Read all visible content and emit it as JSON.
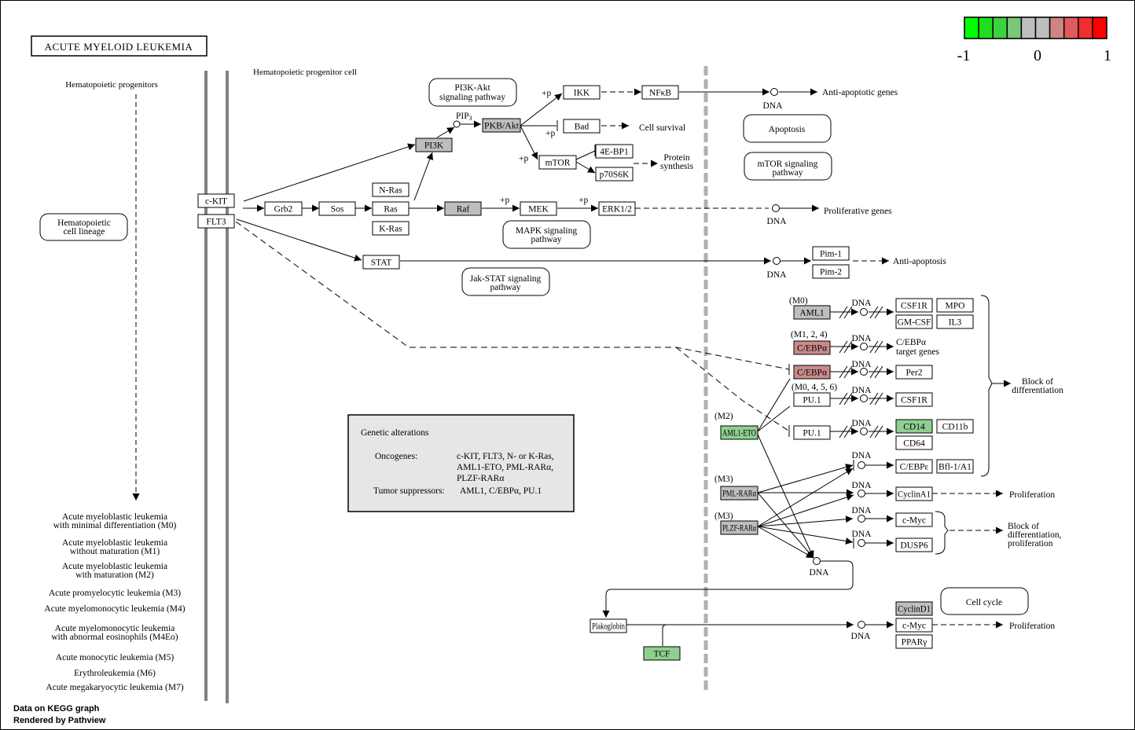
{
  "title": "ACUTE MYELOID LEUKEMIA",
  "footer": {
    "line1": "Data on KEGG graph",
    "line2": "Rendered by Pathview"
  },
  "legend": {
    "colors": [
      "#00ff00",
      "#1ee01e",
      "#3dd13d",
      "#7ac77a",
      "#bebebe",
      "#bebebe",
      "#d08585",
      "#df5a5a",
      "#ef2e2e",
      "#ff0000"
    ],
    "ticks": [
      "-1",
      "0",
      "1"
    ]
  },
  "genes": {
    "ckit": {
      "label": "c-KIT",
      "fill": "#ffffff"
    },
    "flt3": {
      "label": "FLT3",
      "fill": "#ffffff"
    },
    "grb2": {
      "label": "Grb2",
      "fill": "#ffffff"
    },
    "sos": {
      "label": "Sos",
      "fill": "#ffffff"
    },
    "ras": {
      "label": "Ras",
      "fill": "#ffffff"
    },
    "nras": {
      "label": "N-Ras",
      "fill": "#ffffff"
    },
    "kras": {
      "label": "K-Ras",
      "fill": "#ffffff"
    },
    "raf": {
      "label": "Raf",
      "fill": "#bebebe"
    },
    "mek": {
      "label": "MEK",
      "fill": "#ffffff"
    },
    "erk": {
      "label": "ERK1/2",
      "fill": "#ffffff"
    },
    "pi3k": {
      "label": "PI3K",
      "fill": "#bebebe"
    },
    "pkb": {
      "label": "PKB/Akt",
      "fill": "#bebebe"
    },
    "ikk": {
      "label": "IKK",
      "fill": "#ffffff"
    },
    "nfkb": {
      "label": "NFκB",
      "fill": "#ffffff"
    },
    "bad": {
      "label": "Bad",
      "fill": "#ffffff"
    },
    "mtor": {
      "label": "mTOR",
      "fill": "#ffffff"
    },
    "ebp1": {
      "label": "4E-BP1",
      "fill": "#ffffff"
    },
    "p70": {
      "label": "p70S6K",
      "fill": "#ffffff"
    },
    "stat": {
      "label": "STAT",
      "fill": "#ffffff"
    },
    "pim1": {
      "label": "Pim-1",
      "fill": "#ffffff"
    },
    "pim2": {
      "label": "Pim-2",
      "fill": "#ffffff"
    },
    "aml1": {
      "label": "AML1",
      "fill": "#bebebe"
    },
    "cebpa1": {
      "label": "C/EBPα",
      "fill": "#c88a8a"
    },
    "cebpa2": {
      "label": "C/EBPα",
      "fill": "#c88a8a"
    },
    "pu1a": {
      "label": "PU.1",
      "fill": "#ffffff"
    },
    "pu1b": {
      "label": "PU.1",
      "fill": "#ffffff"
    },
    "amleto": {
      "label": "AML1-ETO",
      "fill": "#8fcf8f"
    },
    "pmlrara": {
      "label": "PML-RARα",
      "fill": "#bebebe"
    },
    "plzf": {
      "label": "PLZF-RARα",
      "fill": "#bebebe"
    },
    "csf1r1": {
      "label": "CSF1R",
      "fill": "#ffffff"
    },
    "mpo": {
      "label": "MPO",
      "fill": "#ffffff"
    },
    "gmcsf": {
      "label": "GM-CSF",
      "fill": "#ffffff"
    },
    "il3": {
      "label": "IL3",
      "fill": "#ffffff"
    },
    "per2": {
      "label": "Per2",
      "fill": "#ffffff"
    },
    "csf1r2": {
      "label": "CSF1R",
      "fill": "#ffffff"
    },
    "cd14": {
      "label": "CD14",
      "fill": "#8fcf8f"
    },
    "cd11b": {
      "label": "CD11b",
      "fill": "#ffffff"
    },
    "cd64": {
      "label": "CD64",
      "fill": "#ffffff"
    },
    "cebpe": {
      "label": "C/EBPε",
      "fill": "#ffffff"
    },
    "bfl1": {
      "label": "Bfl-1/A1",
      "fill": "#ffffff"
    },
    "cyca1": {
      "label": "CyclinA1",
      "fill": "#ffffff"
    },
    "cmyc1": {
      "label": "c-Myc",
      "fill": "#ffffff"
    },
    "dusp6": {
      "label": "DUSP6",
      "fill": "#ffffff"
    },
    "plako": {
      "label": "Plakoglobin",
      "fill": "#ffffff"
    },
    "tcf": {
      "label": "TCF",
      "fill": "#8fcf8f"
    },
    "cycd1": {
      "label": "CyclinD1",
      "fill": "#bebebe"
    },
    "cmyc2": {
      "label": "c-Myc",
      "fill": "#ffffff"
    },
    "pparg": {
      "label": "PPARγ",
      "fill": "#ffffff"
    }
  },
  "pathways": {
    "pi3k_akt": [
      "PI3K-Akt",
      "signaling pathway"
    ],
    "apoptosis": [
      "Apoptosis"
    ],
    "mtor_sig": [
      "mTOR signaling",
      "pathway"
    ],
    "mapk": [
      "MAPK signaling",
      "pathway"
    ],
    "jakstat": [
      "Jak-STAT signaling",
      "pathway"
    ],
    "hema_lineage": [
      "Hematopoietic",
      "cell lineage"
    ],
    "cell_cycle": [
      "Cell cycle"
    ]
  },
  "labels": {
    "hema_progenitors": "Hematopoietic progenitors",
    "hema_progenitor_cell": "Hematopoietic progenitor cell",
    "pip3": "PIP3",
    "dna": "DNA",
    "plus_p": "+p",
    "anti_apoptotic": "Anti-apoptotic genes",
    "cell_survival": "Cell survival",
    "protein_synthesis": [
      "Protein",
      "synthesis"
    ],
    "proliferative_genes": "Proliferative genes",
    "anti_apoptosis": "Anti-apoptosis",
    "cebpa_targets": [
      "C/EBPα",
      "target genes"
    ],
    "block_diff": [
      "Block of",
      "differentiation"
    ],
    "block_diff_prolif": [
      "Block of",
      "differentiation,",
      "proliferation"
    ],
    "proliferation": "Proliferation",
    "m0": "(M0)",
    "m124": "(M1, 2, 4)",
    "m0456": "(M0, 4, 5, 6)",
    "m2": "(M2)",
    "m3": "(M3)"
  },
  "genetic_alterations": {
    "heading": "Genetic alterations",
    "oncogenes_label": "Oncogenes:",
    "oncogenes": [
      "c-KIT, FLT3, N- or K-Ras,",
      "AML1-ETO, PML-RARα,",
      "PLZF-RARα"
    ],
    "suppressors_label": "Tumor suppressors:",
    "suppressors": "AML1, C/EBPα, PU.1"
  },
  "leukemia_types": [
    [
      "Acute myeloblastic leukemia",
      "with minimal differentiation (M0)"
    ],
    [
      "Acute myeloblastic leukemia",
      "without maturation (M1)"
    ],
    [
      "Acute myeloblastic leukemia",
      "with maturation (M2)"
    ],
    [
      "Acute promyelocytic leukemia (M3)"
    ],
    [
      "Acute myelomonocytic leukemia (M4)"
    ],
    [
      "Acute myelomonocytic leukemia",
      "with abnormal eosinophils (M4Eo)"
    ],
    [
      "Acute monocytic leukemia (M5)"
    ],
    [
      "Erythroleukemia (M6)"
    ],
    [
      "Acute megakaryocytic leukemia (M7)"
    ]
  ]
}
